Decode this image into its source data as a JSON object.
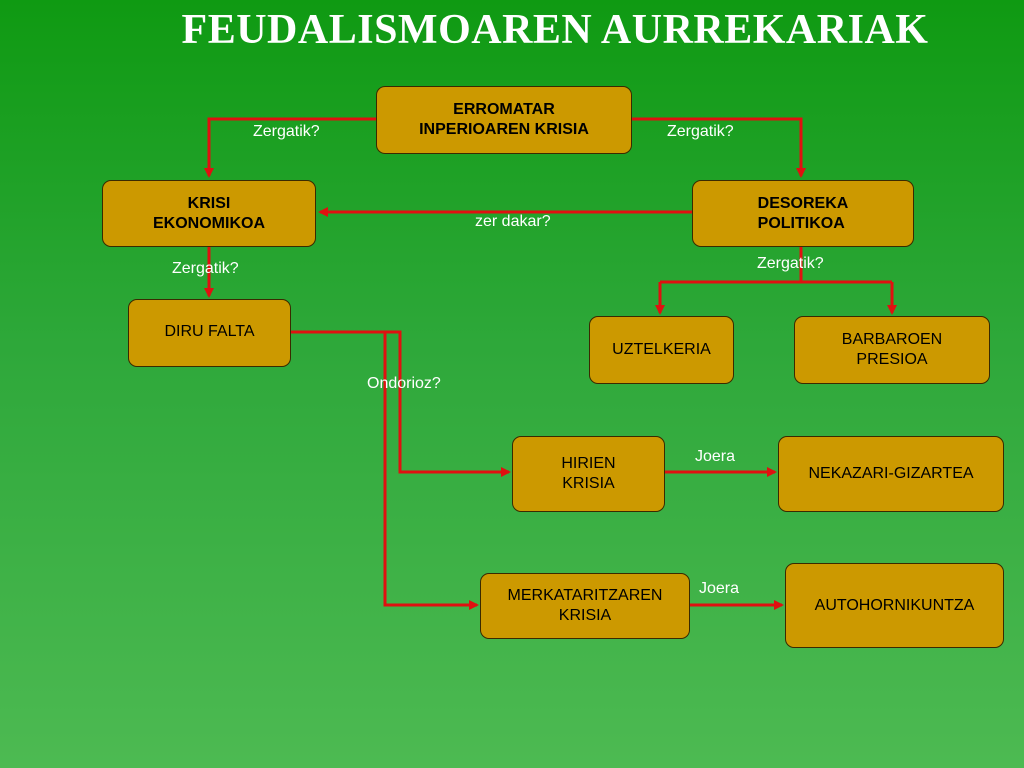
{
  "title": "FEUDALISMOAREN AURREKARIAK",
  "colors": {
    "node_fill": "#cc9900",
    "arrow": "#e01010",
    "label_text": "#ffffff",
    "background": "#2ea83a"
  },
  "nodes": {
    "erromatar": "ERROMATAR\nINPERIOAREN KRISIA",
    "krisi_ekonomikoa": "KRISI\nEKONOMIKOA",
    "desoreka_politikoa": "DESOREKA\nPOLITIKOA",
    "diru_falta": "DIRU FALTA",
    "uztelkeria": "UZTELKERIA",
    "barbaroen_presioa": "BARBAROEN\nPRESIOA",
    "hirien_krisia": "HIRIEN\nKRISIA",
    "nekazari_gizartea": "NEKAZARI-GIZARTEA",
    "merkataritzaren_krisia": "MERKATARITZAREN\nKRISIA",
    "autohornikuntza": "AUTOHORNIKUNTZA"
  },
  "edge_labels": {
    "zergatik_left": "Zergatik?",
    "zergatik_right": "Zergatik?",
    "zer_dakar": "zer dakar?",
    "zergatik_diru": "Zergatik?",
    "zergatik_desoreka": "Zergatik?",
    "ondorioz": "Ondorioz?",
    "joera_hirien": "Joera",
    "joera_merkataritza": "Joera"
  }
}
